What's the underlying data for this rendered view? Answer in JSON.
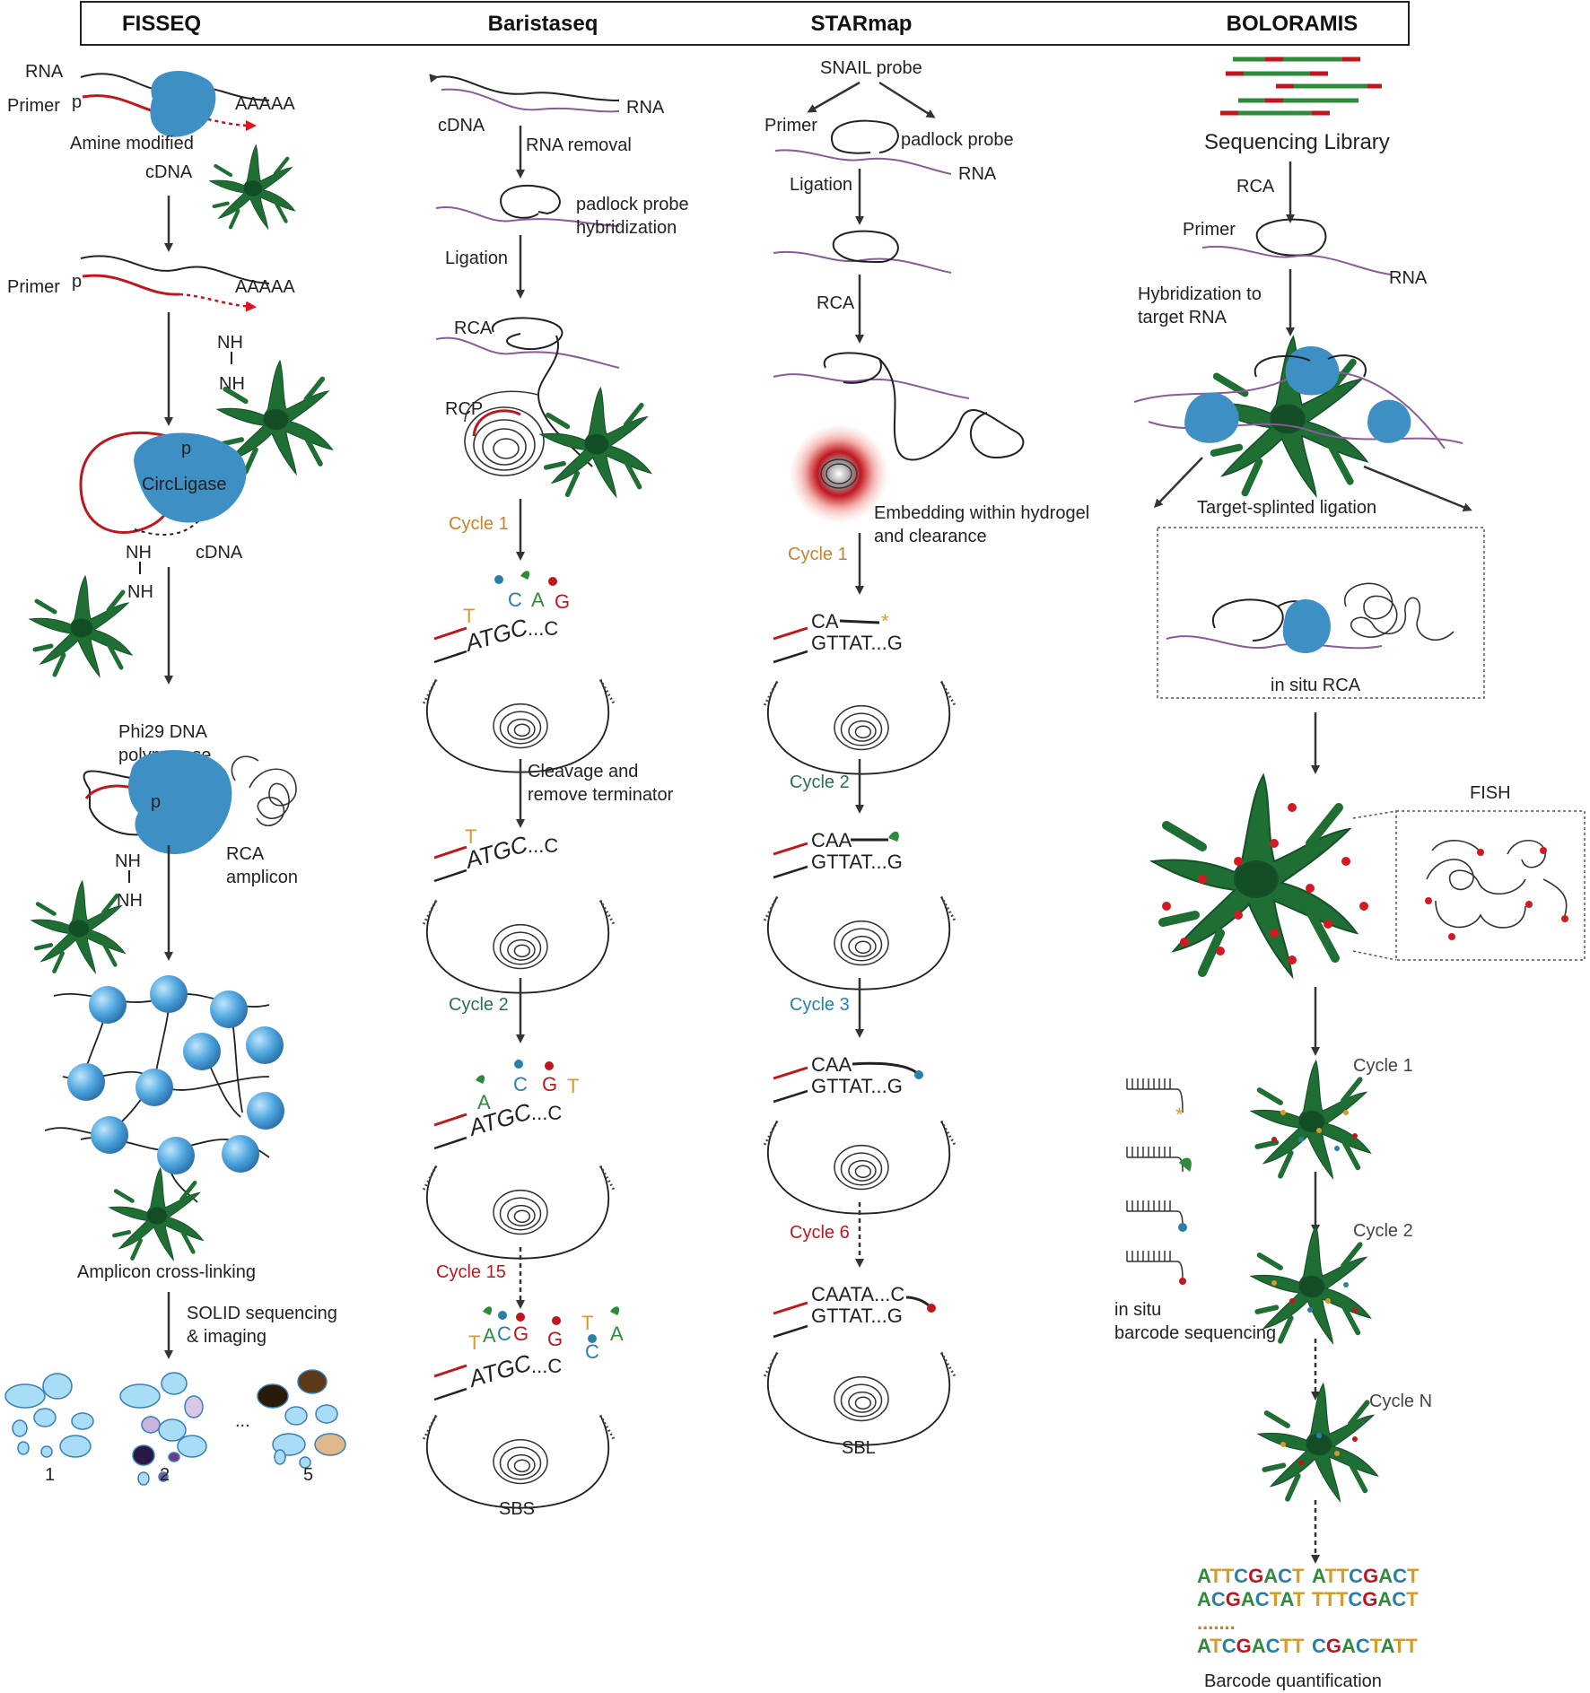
{
  "headers": [
    "FISSEQ",
    "Baristaseq",
    "STARmap",
    "BOLORAMIS"
  ],
  "fisseq": {
    "rna": "RNA",
    "primer": "Primer",
    "p": "p",
    "aaaaa": "AAAAA",
    "amine": "Amine modified",
    "cdna": "cDNA",
    "nh": "NH",
    "circligase": "CircLigase",
    "phi29": "Phi29 DNA",
    "polymerase": "polymerase",
    "rca_amplicon_1": "RCA",
    "rca_amplicon_2": "amplicon",
    "crosslinking": "Amplicon cross-linking",
    "solid_1": "SOLID sequencing",
    "solid_2": "& imaging",
    "cycles": [
      "1",
      "2",
      "5"
    ],
    "ellipsis": "..."
  },
  "baristaseq": {
    "rna": "RNA",
    "cdna": "cDNA",
    "rna_removal": "RNA removal",
    "padlock_1": "padlock probe",
    "padlock_2": "hybridization",
    "ligation": "Ligation",
    "rca": "RCA",
    "rcp": "RCP",
    "cycle1": "Cycle 1",
    "atgc": "ATGC",
    "dots_c": "...C",
    "cleavage_1": "Cleavage and",
    "cleavage_2": "remove terminator",
    "cycle2": "Cycle 2",
    "cycle15": "Cycle 15",
    "sbs": "SBS",
    "bases_c1": [
      "T",
      "C",
      "A",
      "G"
    ],
    "bases_c2": [
      "A",
      "C",
      "G",
      "T"
    ],
    "bases_c15": [
      "T",
      "A",
      "C",
      "G",
      "G",
      "T",
      "C",
      "A"
    ]
  },
  "starmap": {
    "snail": "SNAIL probe",
    "primer": "Primer",
    "padlock": "padlock probe",
    "rna": "RNA",
    "ligation": "Ligation",
    "rca": "RCA",
    "embed_1": "Embedding within hydrogel",
    "embed_2": "and clearance",
    "cycle1": "Cycle 1",
    "cycle2": "Cycle 2",
    "cycle3": "Cycle 3",
    "cycle6": "Cycle 6",
    "seq_c1_top": "CA",
    "seq_c2_top": "CAA",
    "seq_c3_top": "CAA",
    "seq_c6_top": "CAATA...C",
    "seq_bottom": "GTTAT...G",
    "sbl": "SBL"
  },
  "boloramis": {
    "library": "Sequencing Library",
    "rca": "RCA",
    "primer": "Primer",
    "rna": "RNA",
    "hyb_1": "Hybridization to",
    "hyb_2": "target RNA",
    "splinted": "Target-splinted ligation",
    "insitu_rca": "in situ RCA",
    "fish": "FISH",
    "cycle1": "Cycle 1",
    "cycle2": "Cycle 2",
    "cyclen": "Cycle N",
    "barcode_1": "in situ",
    "barcode_2": "barcode sequencing",
    "codes": [
      [
        "ATTCGACT",
        "ATTCGACT"
      ],
      [
        "ACGACTAT",
        "TTTCGACT"
      ],
      [
        "ATCGACTT",
        "CGACTATT"
      ]
    ],
    "code_dots": ".......",
    "quant": "Barcode quantification"
  },
  "colors": {
    "A": "#2e8b3a",
    "C": "#2a7fa8",
    "G": "#c0161e",
    "T": "#d89a2a",
    "cell": "#1f6f35",
    "enzyme": "#3d8fc4",
    "cycle1": "#c9822b",
    "cycle2": "#2e6e4f",
    "cycle3": "#2a7fa8",
    "cyclered": "#c0161e"
  }
}
